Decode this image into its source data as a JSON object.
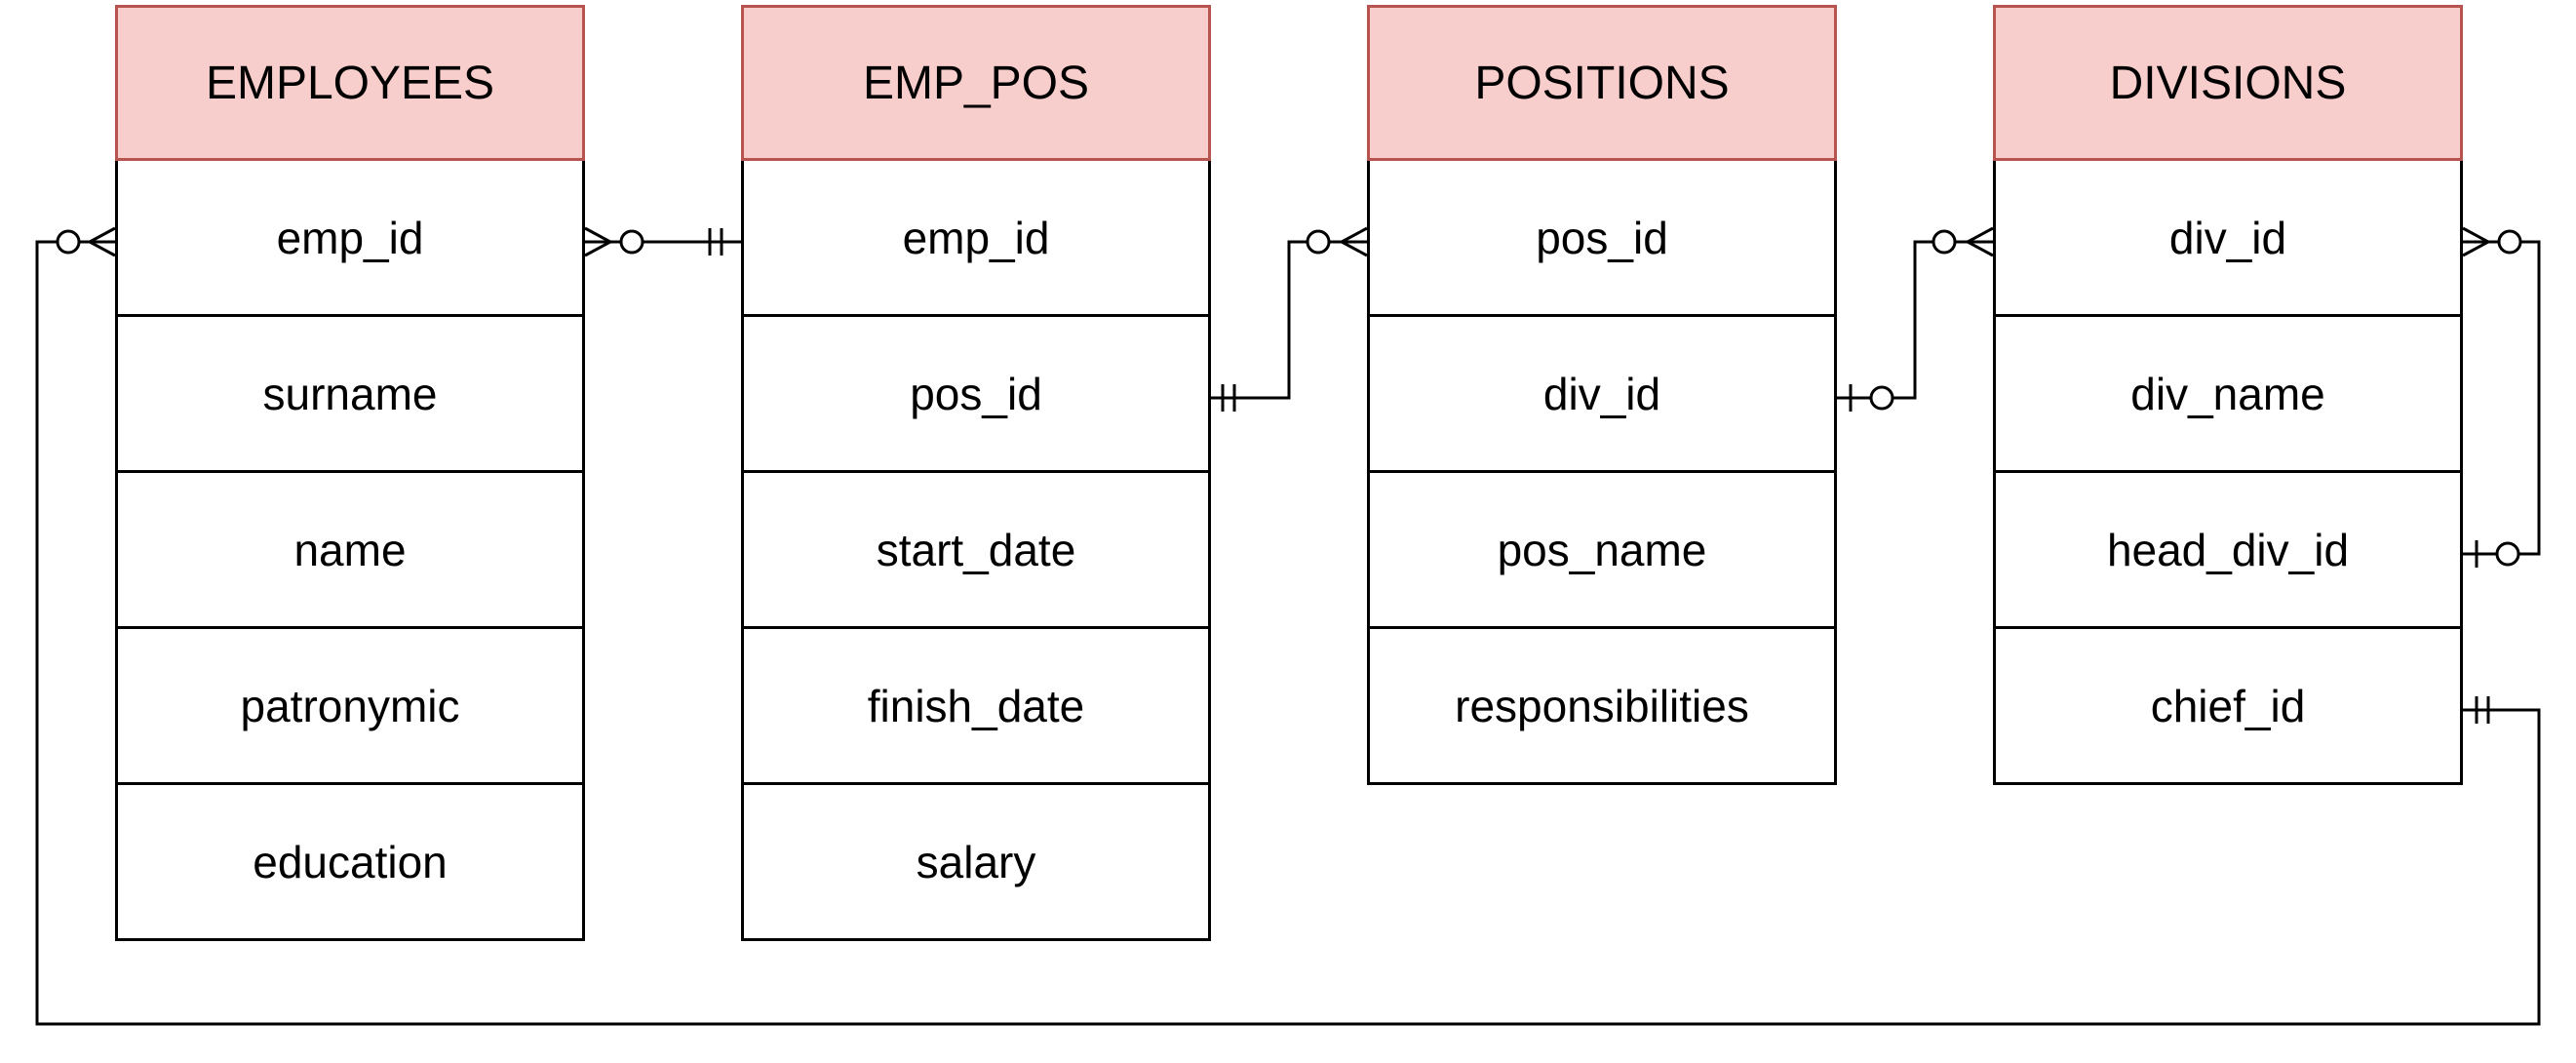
{
  "colors": {
    "header_fill": "#f8cecc",
    "header_border": "#b85450",
    "line": "#000000"
  },
  "tables": [
    {
      "id": "employees",
      "title": "EMPLOYEES",
      "fields": [
        "emp_id",
        "surname",
        "name",
        "patronymic",
        "education"
      ]
    },
    {
      "id": "emp_pos",
      "title": "EMP_POS",
      "fields": [
        "emp_id",
        "pos_id",
        "start_date",
        "finish_date",
        "salary"
      ]
    },
    {
      "id": "positions",
      "title": "POSITIONS",
      "fields": [
        "pos_id",
        "div_id",
        "pos_name",
        "responsibilities"
      ]
    },
    {
      "id": "divisions",
      "title": "DIVISIONS",
      "fields": [
        "div_id",
        "div_name",
        "head_div_id",
        "chief_id"
      ]
    }
  ],
  "relationships": [
    {
      "from": "employees.emp_id",
      "from_end": "zero-or-many",
      "to": "emp_pos.emp_id",
      "to_end": "one-and-only-one"
    },
    {
      "from": "emp_pos.pos_id",
      "from_end": "one-and-only-one",
      "to": "positions.pos_id",
      "to_end": "zero-or-many"
    },
    {
      "from": "positions.div_id",
      "from_end": "zero-or-one",
      "to": "divisions.div_id",
      "to_end": "zero-or-many"
    },
    {
      "from": "divisions.div_id",
      "from_end": "zero-or-many",
      "to": "divisions.head_div_id",
      "to_end": "zero-or-one"
    },
    {
      "from": "divisions.chief_id",
      "from_end": "one-and-only-one",
      "to": "employees.emp_id",
      "to_end": "zero-or-many"
    }
  ]
}
